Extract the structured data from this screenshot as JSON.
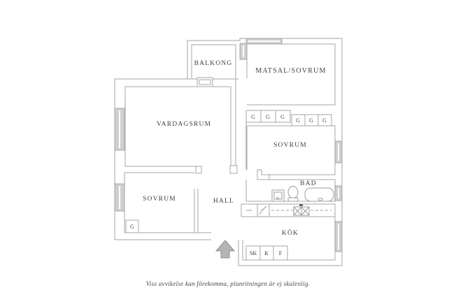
{
  "colors": {
    "wall": "#a3a3a3",
    "label_text": "#3d3d3d",
    "window_fill": "#cfcfcf",
    "arrow_fill": "#b5b5b5",
    "background": "#ffffff"
  },
  "floorplan": {
    "rooms": {
      "balkong": {
        "label": "BALKONG"
      },
      "matsal_sovrum": {
        "label": "MATSAL/SOVRUM"
      },
      "vardagsrum": {
        "label": "VARDAGSRUM"
      },
      "sovrum_upper": {
        "label": "SOVRUM"
      },
      "sovrum_lower": {
        "label": "SOVRUM"
      },
      "hall": {
        "label": "HALL"
      },
      "bad": {
        "label": "BAD"
      },
      "kok": {
        "label": "KÖK"
      }
    },
    "wardrobe_label": "G",
    "kitchen_units": {
      "sk": "SK",
      "k": "K",
      "f": "F"
    },
    "caption": "Viss avvikelse kan förekomma, planritningen är ej skalenlig."
  }
}
